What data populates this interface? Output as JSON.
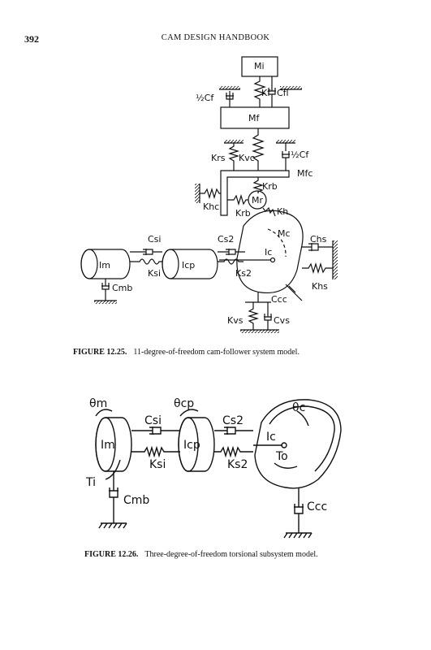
{
  "header": {
    "page_number": "392",
    "running_title": "CAM DESIGN HANDBOOK"
  },
  "figure_1": {
    "number": "FIGURE 12.25.",
    "caption": "11-degree-of-freedom cam-follower system model.",
    "labels": {
      "Mi": "Mi",
      "Kf": "Kf",
      "Cfl": "Cfl",
      "half_cf_top": "½Cf",
      "Mf": "Mf",
      "Krs": "Krs",
      "Kvc": "Kvc",
      "half_cf_right": "½Cf",
      "Mfc": "Mfc",
      "Krb_top": "Krb",
      "Khc": "Khc",
      "Mr": "Mr",
      "Krb_bottom": "Krb",
      "Kh": "Kh",
      "Mc": "Mc",
      "Csi": "Csi",
      "Cs2": "Cs2",
      "Ic": "Ic",
      "Chs": "Chs",
      "Im": "Im",
      "Icp": "Icp",
      "Ksi": "Ksi",
      "Ks2": "Ks2",
      "Cmb": "Cmb",
      "Khs": "Khs",
      "Ccc": "Ccc",
      "Kvs": "Kvs",
      "Cvs": "Cvs"
    }
  },
  "figure_2": {
    "number": "FIGURE 12.26.",
    "caption": "Three-degree-of-freedom torsional subsystem model.",
    "labels": {
      "theta_m": "θm",
      "theta_cp": "θcp",
      "theta_c": "θc",
      "Csi": "Csi",
      "Cs2": "Cs2",
      "Im": "Im",
      "Icp": "Icp",
      "Ic": "Ic",
      "To": "To",
      "Ksi": "Ksi",
      "Ks2": "Ks2",
      "Ti": "Ti",
      "Cmb": "Cmb",
      "Ccc": "Ccc"
    }
  }
}
